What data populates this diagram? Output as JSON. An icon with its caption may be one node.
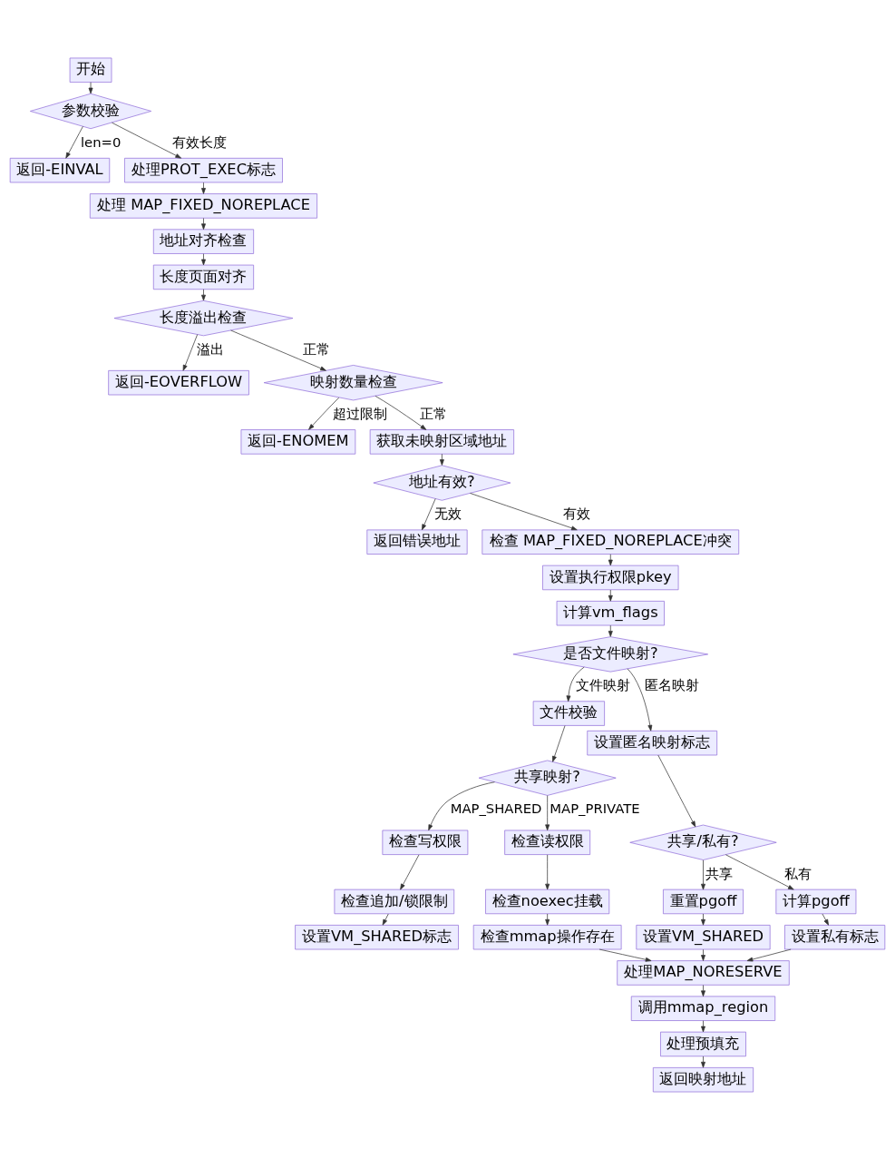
{
  "diagram": {
    "nodes": [
      {
        "text": [
          "开始"
        ]
      },
      {
        "text": [
          "参数校验"
        ]
      },
      {
        "text": [
          "返回-EINVAL"
        ]
      },
      {
        "text": [
          "处理PROT_EXEC标志"
        ]
      },
      {
        "text": [
          "处理 MAP_FIXED_NOREPLACE"
        ]
      },
      {
        "text": [
          "地址对齐检查"
        ]
      },
      {
        "text": [
          "长度页面对齐"
        ]
      },
      {
        "text": [
          "长度溢出检查"
        ]
      },
      {
        "text": [
          "返回-EOVERFLOW"
        ]
      },
      {
        "text": [
          "映射数量检查"
        ]
      },
      {
        "text": [
          "返回-ENOMEM"
        ]
      },
      {
        "text": [
          "获取未映射区域地址"
        ]
      },
      {
        "text": [
          "地址有效?"
        ]
      },
      {
        "text": [
          "返回错误地址"
        ]
      },
      {
        "text": [
          "检查 MAP_FIXED_NOREPLACE冲突"
        ]
      },
      {
        "text": [
          "设置执行权限pkey"
        ]
      },
      {
        "text": [
          "计算vm_flags"
        ]
      },
      {
        "text": [
          "是否文件映射?"
        ]
      },
      {
        "text": [
          "文件校验"
        ]
      },
      {
        "text": [
          "共享映射?"
        ]
      },
      {
        "text": [
          "检查写权限"
        ]
      },
      {
        "text": [
          "检查读权限"
        ]
      },
      {
        "text": [
          "检查追加/锁限制"
        ]
      },
      {
        "text": [
          "检查noexec挂载"
        ]
      },
      {
        "text": [
          "设置VM_SHARED标志"
        ]
      },
      {
        "text": [
          "检查mmap操作存在"
        ]
      },
      {
        "text": [
          "设置匿名映射标志"
        ]
      },
      {
        "text": [
          "共享/私有?"
        ]
      },
      {
        "text": [
          "重置pgoff"
        ]
      },
      {
        "text": [
          "计算pgoff"
        ]
      },
      {
        "text": [
          "设置VM_SHARED"
        ]
      },
      {
        "text": [
          "设置私有标志"
        ]
      },
      {
        "text": [
          "处理MAP_NORESERVE"
        ]
      },
      {
        "text": [
          "调用mmap_region"
        ]
      },
      {
        "text": [
          "处理预填充"
        ]
      },
      {
        "text": [
          "返回映射地址"
        ]
      }
    ],
    "edges": [
      {
        "from": 0,
        "to": 1,
        "arrow": "to"
      },
      {
        "from": 1,
        "to": 2,
        "arrow": "to",
        "label": "len=0"
      },
      {
        "from": 1,
        "to": 3,
        "arrow": "to",
        "label": "有效长度"
      },
      {
        "from": 3,
        "to": 4,
        "arrow": "to"
      },
      {
        "from": 4,
        "to": 5,
        "arrow": "to"
      },
      {
        "from": 5,
        "to": 6,
        "arrow": "to"
      },
      {
        "from": 6,
        "to": 7,
        "arrow": "to"
      },
      {
        "from": 7,
        "to": 8,
        "arrow": "to",
        "label": "溢出"
      },
      {
        "from": 7,
        "to": 9,
        "arrow": "to",
        "label": "正常"
      },
      {
        "from": 9,
        "to": 10,
        "arrow": "to",
        "label": "超过限制"
      },
      {
        "from": 9,
        "to": 11,
        "arrow": "to",
        "label": "正常"
      },
      {
        "from": 11,
        "to": 12,
        "arrow": "to"
      },
      {
        "from": 12,
        "to": 13,
        "arrow": "to",
        "label": "无效"
      },
      {
        "from": 12,
        "to": 14,
        "arrow": "to",
        "label": "有效"
      },
      {
        "from": 14,
        "to": 15,
        "arrow": "to"
      },
      {
        "from": 15,
        "to": 16,
        "arrow": "to"
      },
      {
        "from": 16,
        "to": 17,
        "arrow": "to"
      },
      {
        "from": 17,
        "to": 18,
        "arrow": "to",
        "label": "文件映射"
      },
      {
        "from": 17,
        "to": 26,
        "arrow": "to",
        "label": "匿名映射"
      },
      {
        "from": 18,
        "to": 19,
        "arrow": "to"
      },
      {
        "from": 19,
        "to": 20,
        "arrow": "to",
        "label": "MAP_SHARED"
      },
      {
        "from": 19,
        "to": 21,
        "arrow": "to",
        "label": "MAP_PRIVATE"
      },
      {
        "from": 20,
        "to": 22,
        "arrow": "to"
      },
      {
        "from": 22,
        "to": 24,
        "arrow": "to"
      },
      {
        "from": 21,
        "to": 23,
        "arrow": "to"
      },
      {
        "from": 23,
        "to": 25,
        "arrow": "to"
      },
      {
        "from": 26,
        "to": 27,
        "arrow": "to"
      },
      {
        "from": 27,
        "to": 28,
        "arrow": "to",
        "label": "共享"
      },
      {
        "from": 27,
        "to": 29,
        "arrow": "to",
        "label": "私有"
      },
      {
        "from": 28,
        "to": 30,
        "arrow": "to"
      },
      {
        "from": 29,
        "to": 31,
        "arrow": "to"
      },
      {
        "from": 25,
        "to": 32,
        "arrow": "to"
      },
      {
        "from": 30,
        "to": 32,
        "arrow": "to"
      },
      {
        "from": 31,
        "to": 32,
        "arrow": "to"
      },
      {
        "from": 32,
        "to": 33,
        "arrow": "to"
      },
      {
        "from": 33,
        "to": 34,
        "arrow": "to"
      },
      {
        "from": 34,
        "to": 35,
        "arrow": "to"
      }
    ]
  }
}
